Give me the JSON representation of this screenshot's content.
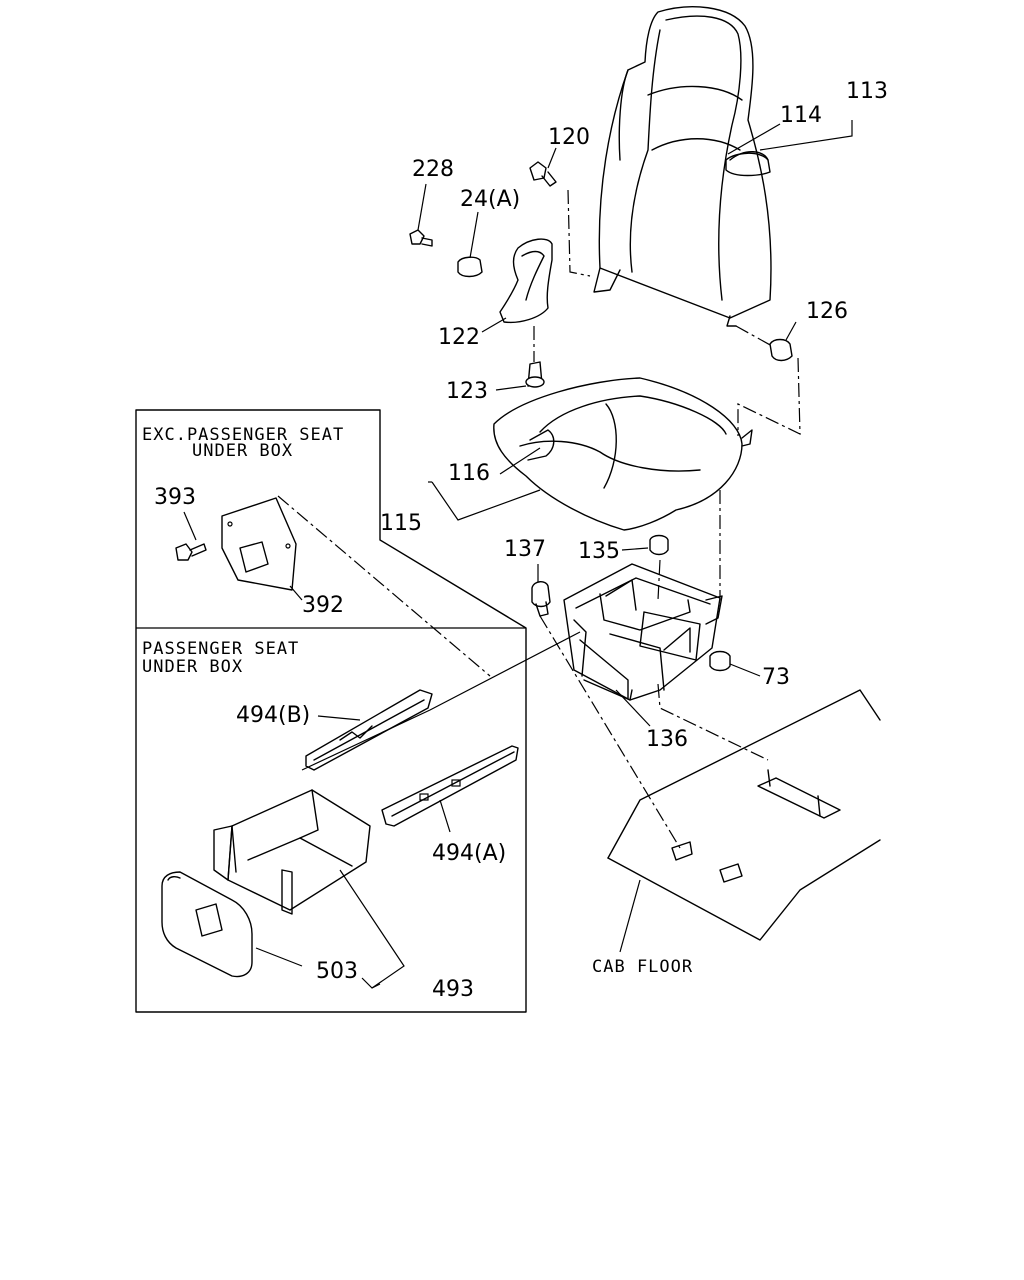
{
  "callouts": {
    "c113": "113",
    "c114": "114",
    "c120": "120",
    "c228": "228",
    "c24a": "24(A)",
    "c122": "122",
    "c123": "123",
    "c126": "126",
    "c116": "116",
    "c115": "115",
    "c137": "137",
    "c135": "135",
    "c73": "73",
    "c136": "136",
    "c393": "393",
    "c392": "392",
    "c494b": "494(B)",
    "c494a": "494(A)",
    "c503": "503",
    "c493": "493"
  },
  "inset": {
    "exc_line1": "EXC.PASSENGER SEAT",
    "exc_line2": "UNDER BOX",
    "pass_line1": "PASSENGER SEAT",
    "pass_line2": "UNDER BOX"
  },
  "floor_label": "CAB FLOOR"
}
